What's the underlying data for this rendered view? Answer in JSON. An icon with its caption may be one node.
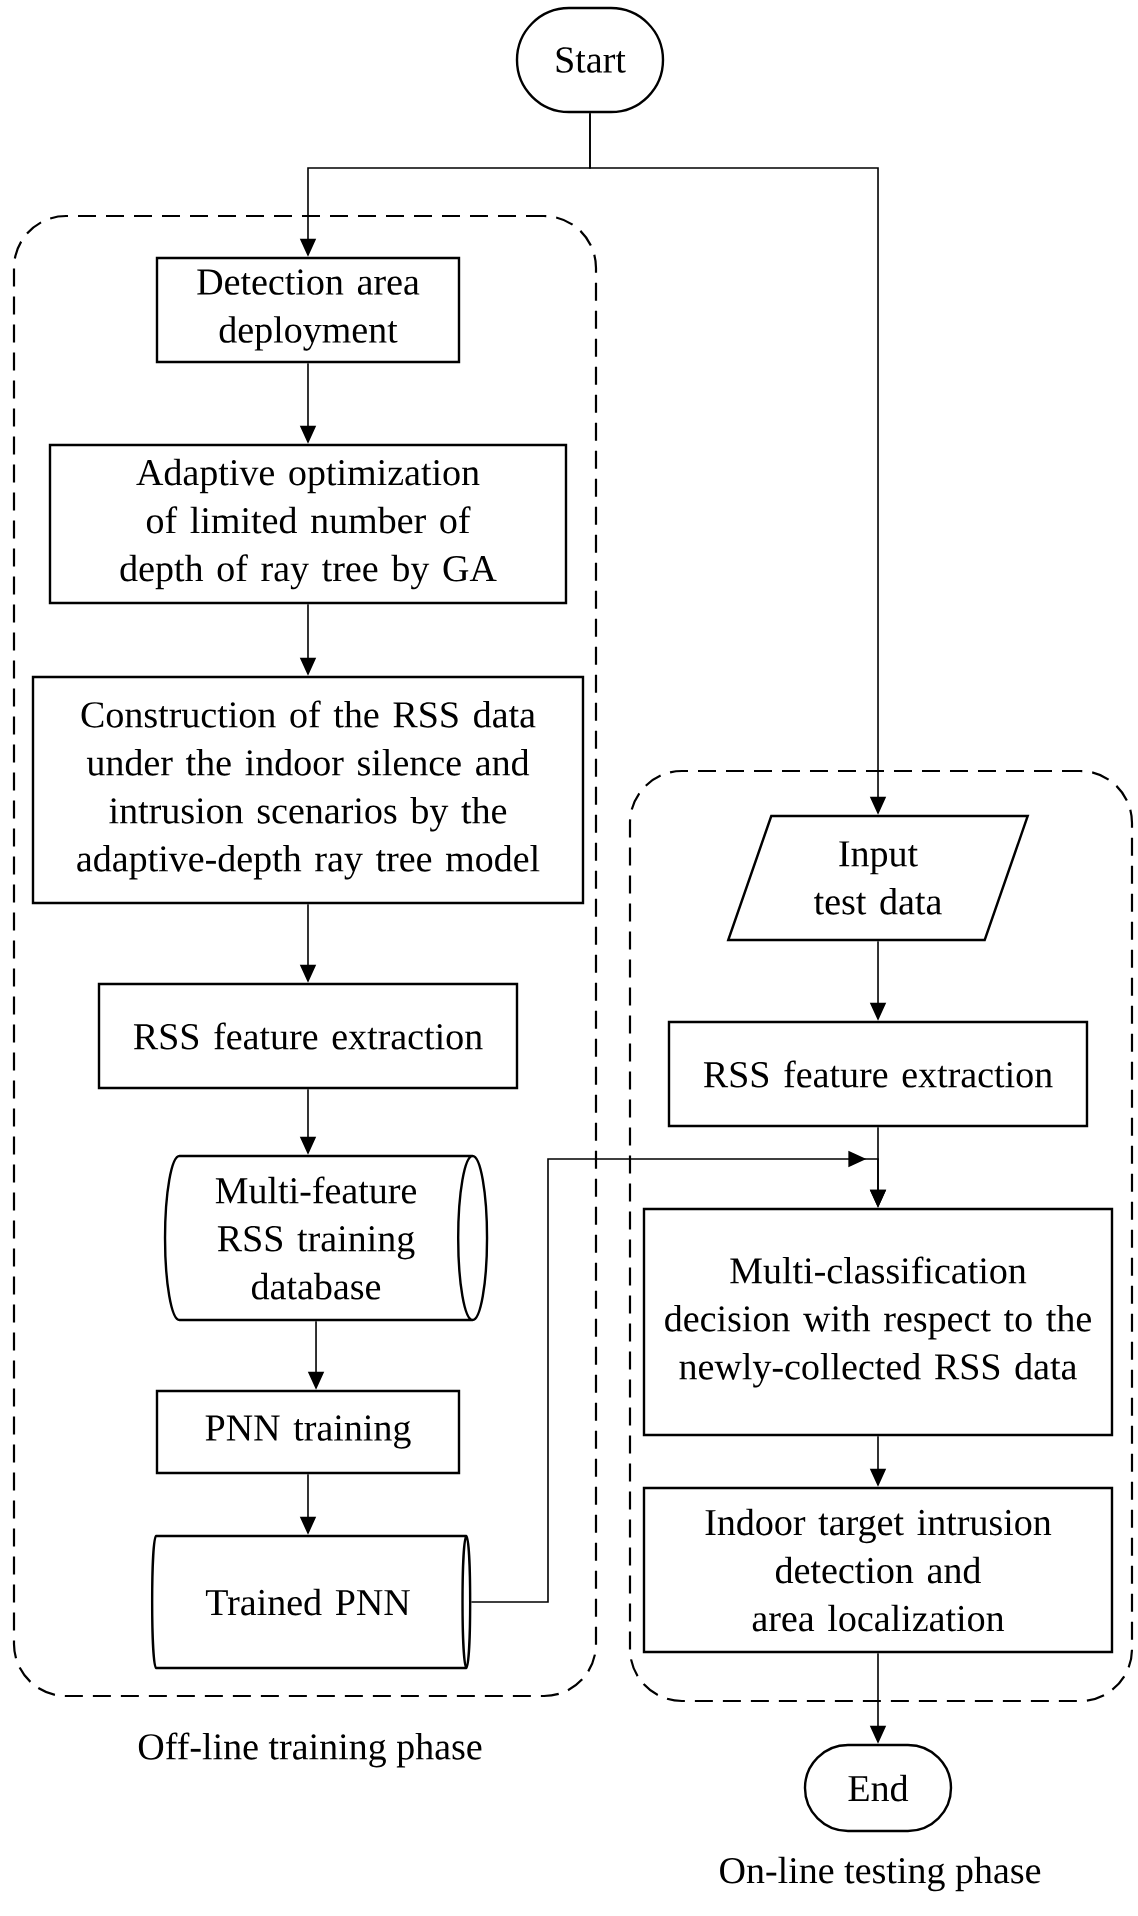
{
  "diagram": {
    "nodes": [
      {
        "text": [
          "Start"
        ]
      },
      {
        "text": [
          "Off-line training phase"
        ]
      },
      {
        "text": [
          "Detection area deployment"
        ],
        "in": 1
      },
      {
        "text": [
          "Adaptive optimization of limited number of depth of ray tree by GA"
        ],
        "in": 1
      },
      {
        "text": [
          "Construction of the RSS data under the indoor silence and intrusion scenarios by the adaptive-depth ray tree model"
        ],
        "in": 1
      },
      {
        "text": [
          "RSS feature extraction"
        ],
        "in": 1
      },
      {
        "text": [
          "Multi-feature RSS training database"
        ],
        "in": 1
      },
      {
        "text": [
          "PNN training"
        ],
        "in": 1
      },
      {
        "text": [
          "Trained PNN"
        ],
        "in": 1
      },
      {
        "text": [],
        "shape": "box"
      },
      {
        "text": [
          "Input test data"
        ],
        "in": 9
      },
      {
        "text": [
          "RSS feature extraction"
        ],
        "in": 9
      },
      {
        "text": [
          "Multi-classification decision with respect to the newly-collected RSS data"
        ],
        "in": 9
      },
      {
        "text": [
          "Indoor target intrusion detection and area localization"
        ],
        "in": 9
      },
      {
        "text": [
          "End"
        ]
      }
    ],
    "edges": [
      {
        "from": 0,
        "to": 2,
        "arrow": "to"
      },
      {
        "from": 0,
        "to": 10,
        "arrow": "to"
      },
      {
        "from": 2,
        "to": 3,
        "arrow": "to"
      },
      {
        "from": 3,
        "to": 4,
        "arrow": "to"
      },
      {
        "from": 4,
        "to": 5,
        "arrow": "to"
      },
      {
        "from": 5,
        "to": 6,
        "arrow": "to"
      },
      {
        "from": 6,
        "to": 7,
        "arrow": "to"
      },
      {
        "from": 7,
        "to": 8,
        "arrow": "to"
      },
      {
        "from": 8,
        "to": 12,
        "arrow": "to"
      },
      {
        "from": 10,
        "to": 11,
        "arrow": "to"
      },
      {
        "from": 11,
        "to": 12,
        "arrow": "to"
      },
      {
        "from": 12,
        "to": 13,
        "arrow": "to"
      },
      {
        "from": 13,
        "to": 14,
        "arrow": "to"
      }
    ],
    "labels": [
      "On-line testing phase"
    ]
  }
}
